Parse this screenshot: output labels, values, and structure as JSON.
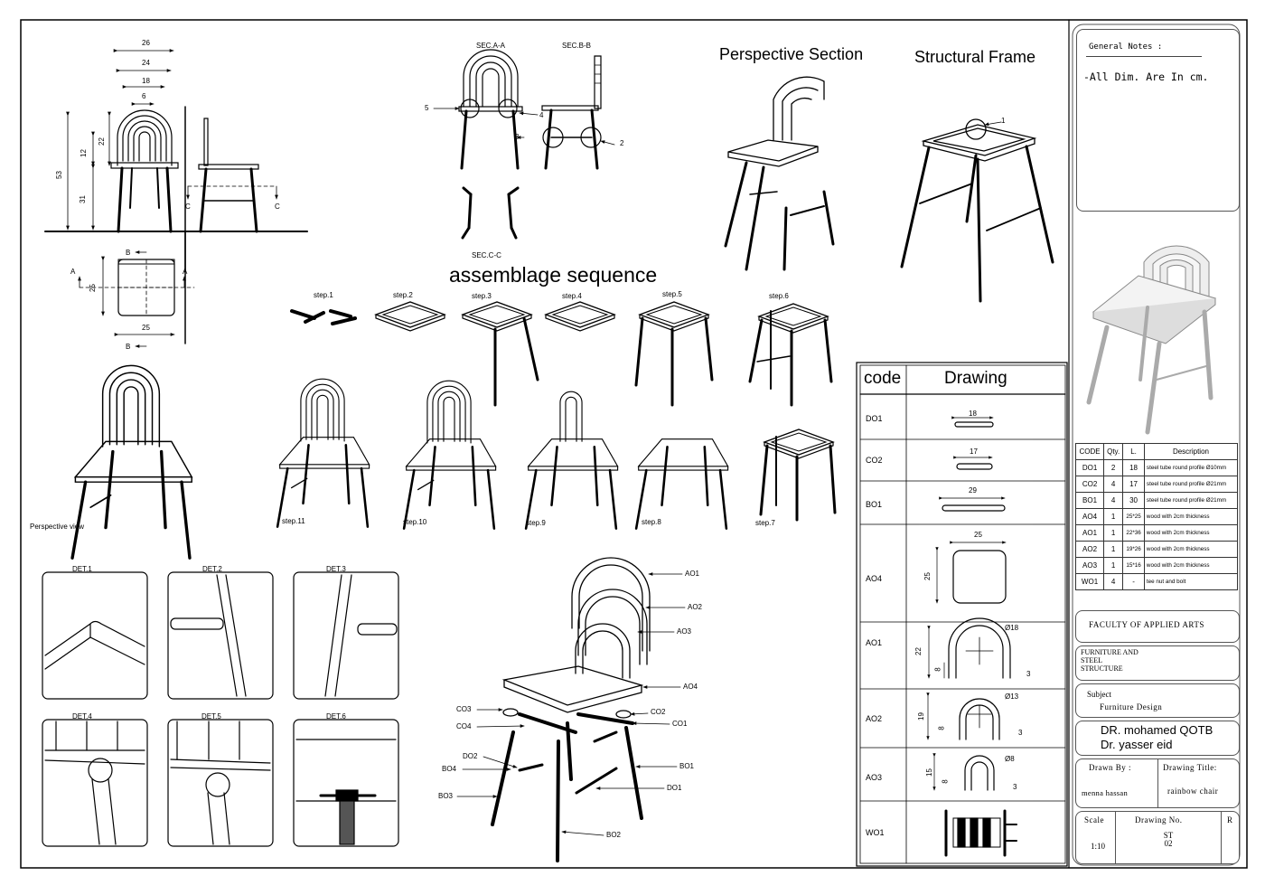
{
  "titles": {
    "perspective_section": "Perspective Section",
    "structural_frame": "Structural  Frame",
    "assemblage": "assemblage sequence",
    "perspective_view": "Perspective view"
  },
  "elevation": {
    "dims": [
      "26",
      "24",
      "18",
      "6",
      "22",
      "12",
      "53",
      "31",
      "25",
      "25"
    ],
    "section_marks": [
      "A",
      "A",
      "B",
      "B",
      "C",
      "C"
    ]
  },
  "sections": {
    "sec_aa": "SEC.A-A",
    "sec_bb": "SEC.B-B",
    "sec_cc": "SEC.C-C",
    "callouts": [
      "5",
      "4",
      "3",
      "2",
      "1"
    ]
  },
  "steps": [
    "step.1",
    "step.2",
    "step.3",
    "step.4",
    "step.5",
    "step.6",
    "step.11",
    "step.10",
    "step.9",
    "step.8",
    "step.7"
  ],
  "details": [
    "DET.1",
    "DET.2",
    "DET.3",
    "DET.4",
    "DET.5",
    "DET.6"
  ],
  "exploded_labels": [
    "AO1",
    "AO2",
    "AO3",
    "AO4",
    "CO3",
    "CO4",
    "CO2",
    "CO1",
    "DO2",
    "BO4",
    "BO1",
    "BO3",
    "DO1",
    "BO2"
  ],
  "code_table": {
    "headers": [
      "code",
      "Drawing"
    ],
    "rows": [
      {
        "code": "DO1",
        "dims": [
          "18"
        ]
      },
      {
        "code": "CO2",
        "dims": [
          "17"
        ]
      },
      {
        "code": "BO1",
        "dims": [
          "29"
        ]
      },
      {
        "code": "AO4",
        "dims": [
          "25",
          "25"
        ]
      },
      {
        "code": "AO1",
        "dims": [
          "Ø18",
          "22",
          "8",
          "3"
        ]
      },
      {
        "code": "AO2",
        "dims": [
          "Ø13",
          "19",
          "8",
          "3"
        ]
      },
      {
        "code": "AO3",
        "dims": [
          "Ø8",
          "15",
          "8",
          "3"
        ]
      },
      {
        "code": "WO1",
        "dims": []
      }
    ]
  },
  "parts_table": {
    "headers": [
      "CODE",
      "Qty.",
      "L.",
      "Description"
    ],
    "rows": [
      [
        "DO1",
        "2",
        "18",
        "steel tube round profile Ø10mm"
      ],
      [
        "CO2",
        "4",
        "17",
        "steel tube round profile Ø21mm"
      ],
      [
        "BO1",
        "4",
        "30",
        "steel tube round profile Ø21mm"
      ],
      [
        "AO4",
        "1",
        "25*25",
        "wood with 2cm thickness"
      ],
      [
        "AO1",
        "1",
        "22*36",
        "wood with 2cm thickness"
      ],
      [
        "AO2",
        "1",
        "19*26",
        "wood with 2cm thickness"
      ],
      [
        "AO3",
        "1",
        "15*16",
        "wood with 2cm thickness"
      ],
      [
        "WO1",
        "4",
        "-",
        "tee nut and bolt"
      ]
    ]
  },
  "title_block": {
    "general_notes_label": "General Notes :",
    "note": "-All Dim. Are In cm.",
    "faculty": "FACULTY OF APPLIED ARTS",
    "department": "FURNITURE AND STEEL STRUCTURE",
    "subject_label": "Subject",
    "subject": "Furniture Design",
    "supervisor1": "DR. mohamed QOTB",
    "supervisor2": "Dr. yasser eid",
    "drawn_by_label": "Drawn By :",
    "drawn_by": "menna hassan",
    "drawing_title_label": "Drawing Title:",
    "drawing_title": "rainbow chair",
    "scale_label": "Scale",
    "scale": "1:10",
    "drawing_no_label": "Drawing No.",
    "drawing_no": "ST 02",
    "rev_label": "R"
  }
}
